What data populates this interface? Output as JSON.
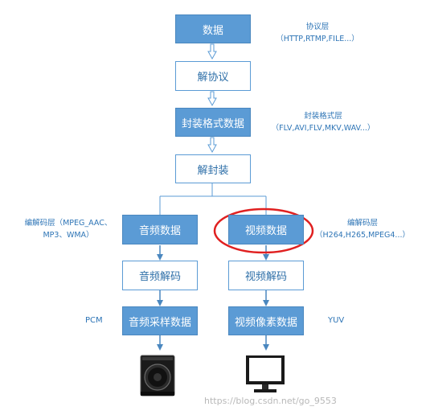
{
  "nodes": {
    "data": "数据",
    "deprotocol": "解协议",
    "container_data": "封装格式数据",
    "demux": "解封装",
    "audio_data": "音频数据",
    "video_data": "视频数据",
    "audio_decode": "音频解码",
    "video_decode": "视频解码",
    "audio_samples": "音频采样数据",
    "video_pixels": "视频像素数据"
  },
  "notes": {
    "protocol_layer_title": "协议层",
    "protocol_layer_list": "（HTTP,RTMP,FILE...）",
    "container_layer_title": "封装格式层",
    "container_layer_list": "（FLV,AVI,FLV,MKV,WAV...）",
    "audio_codec_line1": "编解码层（MPEG_AAC、",
    "audio_codec_line2": "MP3、WMA）",
    "video_codec_title": "编解码层",
    "video_codec_list": "（H264,H265,MPEG4...）",
    "pcm": "PCM",
    "yuv": "YUV"
  },
  "icons": {
    "speaker": "speaker-icon",
    "monitor": "monitor-icon"
  },
  "highlight": {
    "target": "video_data",
    "color": "#e02020"
  },
  "colors": {
    "box_fill": "#5b9bd5",
    "text_blue": "#2e75b6"
  },
  "watermark": "https://blog.csdn.net/go_9553"
}
